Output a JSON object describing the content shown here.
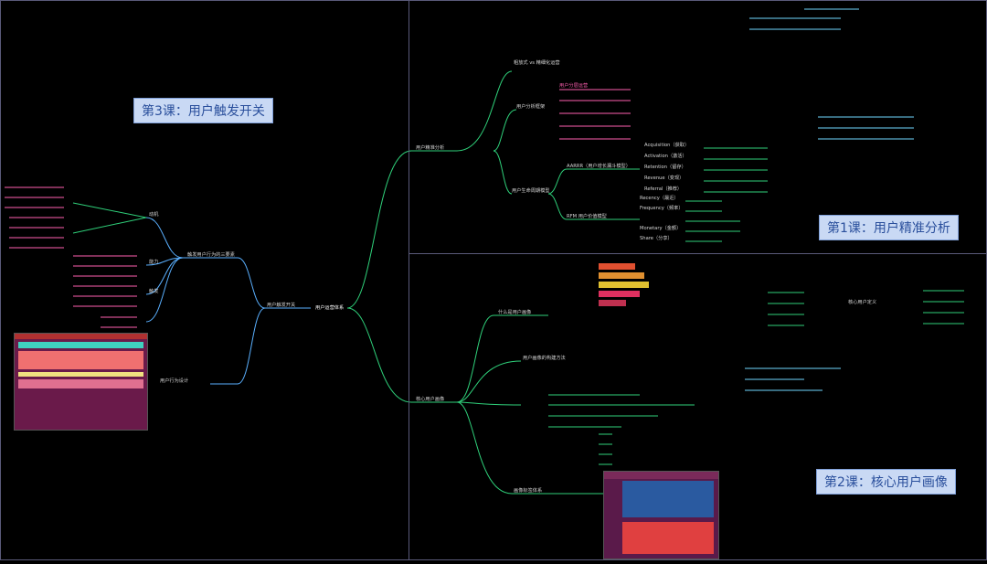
{
  "lessons": {
    "lesson1": "第1课：用户精准分析",
    "lesson2": "第2课：核心用户画像",
    "lesson3": "第3课：用户触发开关"
  },
  "nodes": [
    {
      "id": "center",
      "text": "用户运营体系",
      "cls": "txt-w"
    },
    {
      "id": "r1",
      "text": "用户精准分析",
      "cls": ""
    },
    {
      "id": "r1a",
      "text": "粗放式 vs 精细化运营",
      "cls": ""
    },
    {
      "id": "r1b",
      "text": "用户分析框架",
      "cls": ""
    },
    {
      "id": "r1c",
      "text": "用户生命周期模型",
      "cls": ""
    },
    {
      "id": "r1d",
      "text": "AARRR（用户增长漏斗模型）",
      "cls": ""
    },
    {
      "id": "r1e",
      "text": "RFM 用户价值模型",
      "cls": ""
    },
    {
      "id": "r1f",
      "text": "用户分层运营",
      "cls": ""
    },
    {
      "id": "a1",
      "text": "Acquisition（获取）",
      "cls": ""
    },
    {
      "id": "a2",
      "text": "Activation（激活）",
      "cls": ""
    },
    {
      "id": "a3",
      "text": "Retention（留存）",
      "cls": ""
    },
    {
      "id": "a4",
      "text": "Revenue（变现）",
      "cls": ""
    },
    {
      "id": "a5",
      "text": "Referral（推荐）",
      "cls": ""
    },
    {
      "id": "f1",
      "text": "Recency（最近）",
      "cls": ""
    },
    {
      "id": "f2",
      "text": "Frequency（频率）",
      "cls": ""
    },
    {
      "id": "f3",
      "text": "Monetary（金额）",
      "cls": ""
    },
    {
      "id": "f4",
      "text": "Share（分享）",
      "cls": ""
    },
    {
      "id": "r2",
      "text": "核心用户画像",
      "cls": ""
    },
    {
      "id": "r2a",
      "text": "什么是用户画像",
      "cls": ""
    },
    {
      "id": "r2b",
      "text": "核心用户定义",
      "cls": ""
    },
    {
      "id": "r2c",
      "text": "用户画像的构建方法",
      "cls": ""
    },
    {
      "id": "r2d",
      "text": "画像标签体系",
      "cls": ""
    },
    {
      "id": "r3",
      "text": "用户触发开关",
      "cls": ""
    },
    {
      "id": "r3a",
      "text": "触发用户行为的三要素",
      "cls": ""
    },
    {
      "id": "r3b",
      "text": "动机",
      "cls": ""
    },
    {
      "id": "r3c",
      "text": "能力",
      "cls": ""
    },
    {
      "id": "r3d",
      "text": "触发",
      "cls": ""
    },
    {
      "id": "r3e",
      "text": "用户行为设计",
      "cls": ""
    }
  ]
}
